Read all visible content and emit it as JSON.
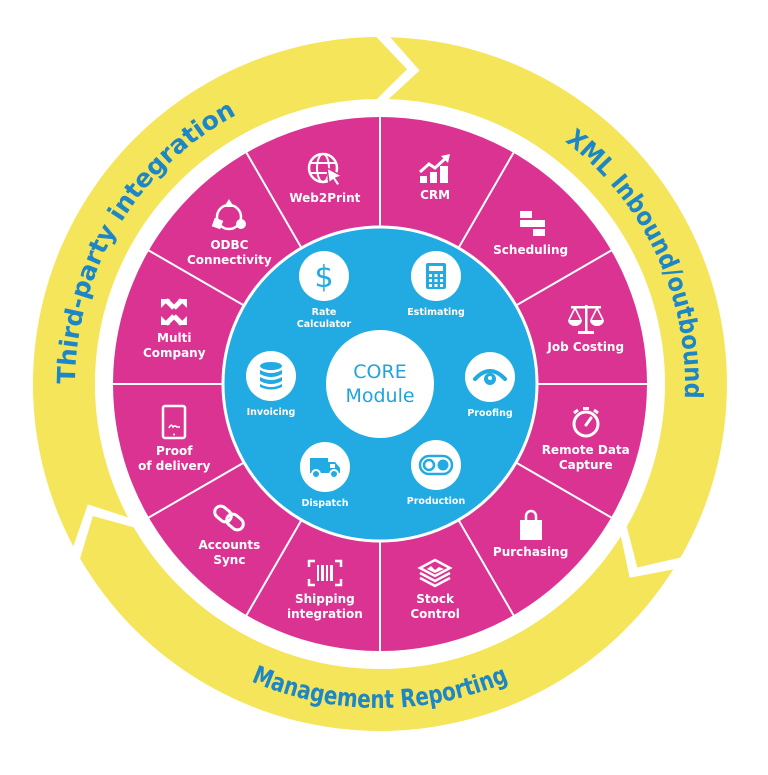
{
  "colors": {
    "ring": "#f5e55b",
    "ring_text": "#1d86c6",
    "segment": "#da3391",
    "core_area": "#22aae2",
    "core_text": "#22a3dd",
    "divider": "#ffffff"
  },
  "outer_ring": [
    {
      "label": "Third-party integration",
      "direction": "clockwise"
    },
    {
      "label": "XML Inbound/outbound",
      "direction": "clockwise"
    },
    {
      "label": "Management Reporting",
      "direction": "clockwise"
    }
  ],
  "segments": [
    {
      "label": "CRM",
      "icon": "bar-chart-growth-icon"
    },
    {
      "label": "Scheduling",
      "icon": "gantt-blocks-icon"
    },
    {
      "label": "Job Costing",
      "icon": "balance-scale-icon"
    },
    {
      "label": "Remote Data\nCapture",
      "icon": "stopwatch-icon"
    },
    {
      "label": "Purchasing",
      "icon": "shopping-bag-icon"
    },
    {
      "label": "Stock\nControl",
      "icon": "stacked-layers-icon"
    },
    {
      "label": "Shipping\nintegration",
      "icon": "barcode-scan-icon"
    },
    {
      "label": "Accounts\nSync",
      "icon": "chain-link-icon"
    },
    {
      "label": "Proof\nof delivery",
      "icon": "tablet-signature-icon"
    },
    {
      "label": "Multi\nCompany",
      "icon": "expand-arrows-icon"
    },
    {
      "label": "ODBC\nConnectivity",
      "icon": "cycle-shapes-icon"
    },
    {
      "label": "Web2Print",
      "icon": "globe-cursor-icon"
    }
  ],
  "core": {
    "title_line1": "CORE",
    "title_line2": "Module",
    "items": [
      {
        "label": "Rate\nCalculator",
        "icon": "dollar-icon"
      },
      {
        "label": "Estimating",
        "icon": "calculator-icon"
      },
      {
        "label": "Proofing",
        "icon": "eye-icon"
      },
      {
        "label": "Production",
        "icon": "conveyor-icon"
      },
      {
        "label": "Dispatch",
        "icon": "truck-icon"
      },
      {
        "label": "Invoicing",
        "icon": "coin-stack-icon"
      }
    ]
  }
}
